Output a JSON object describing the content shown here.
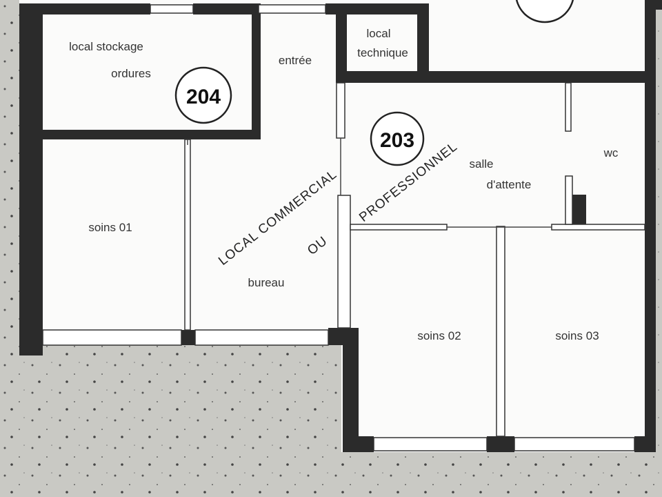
{
  "rooms": {
    "storage": "local stockage",
    "storage_line2": "ordures",
    "entrance": "entrée",
    "technical": "local",
    "technical_line2": "technique",
    "care1": "soins 01",
    "office": "bureau",
    "waiting": "salle",
    "waiting_line2": "d'attente",
    "wc": "wc",
    "care2": "soins 02",
    "care3": "soins 03"
  },
  "unit_numbers": {
    "unit_204": "204",
    "unit_203": "203"
  },
  "designation": {
    "line1": "LOCAL COMMERCIAL",
    "line2": "OU",
    "line3": "PROFESSIONNEL"
  },
  "colors": {
    "wall": "#2b2b2b",
    "floor": "#fbfbfa",
    "exterior": "#c9c9c4"
  }
}
